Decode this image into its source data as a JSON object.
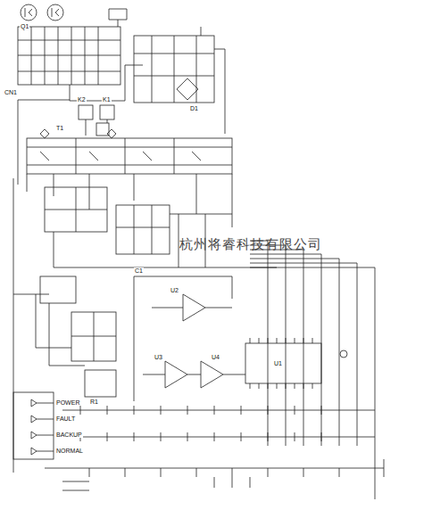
{
  "diagram": {
    "labels": [
      "杭州将睿科技有限公司",
      "POWER",
      "FAULT",
      "BACKUP",
      "NORMAL",
      "K1",
      "K2",
      "T1",
      "U1",
      "U2",
      "U3",
      "U4",
      "CN1",
      "D1",
      "Q1",
      "C1",
      "R1"
    ]
  }
}
